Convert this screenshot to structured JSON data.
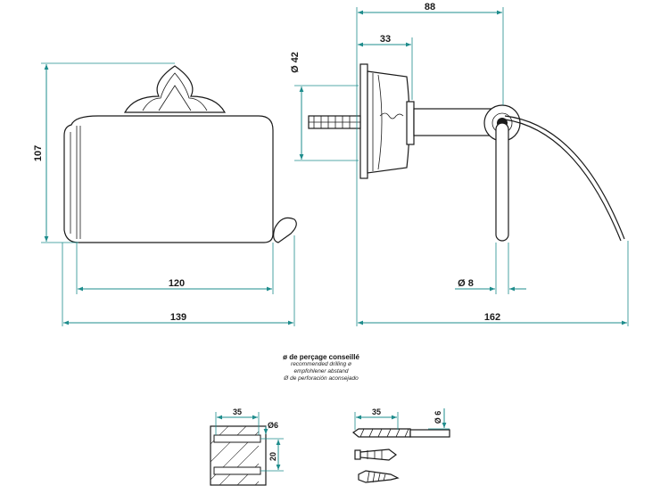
{
  "dimensions": {
    "side_height": "107",
    "front_width_inner": "120",
    "front_width_total": "139",
    "depth_total": "88",
    "flange_depth": "33",
    "flange_diameter": "Ø 42",
    "rod_diameter": "Ø 8",
    "total_width_side": "162"
  },
  "drilling_note": {
    "title": "ø de perçage conseillé",
    "english": "recommended drilling ø",
    "german": "empfohlener abstand",
    "spanish": "Ø de perforación aconsejado"
  },
  "drilling_detail": {
    "hole_depth": "35",
    "hole_diameter": "Ø6",
    "hole_spacing": "20",
    "drill_depth": "35",
    "drill_diameter": "Ø 6"
  },
  "colors": {
    "dimension_lines": "#1e8c8c",
    "drawing_lines": "#1a1a1a",
    "background": "#ffffff"
  }
}
